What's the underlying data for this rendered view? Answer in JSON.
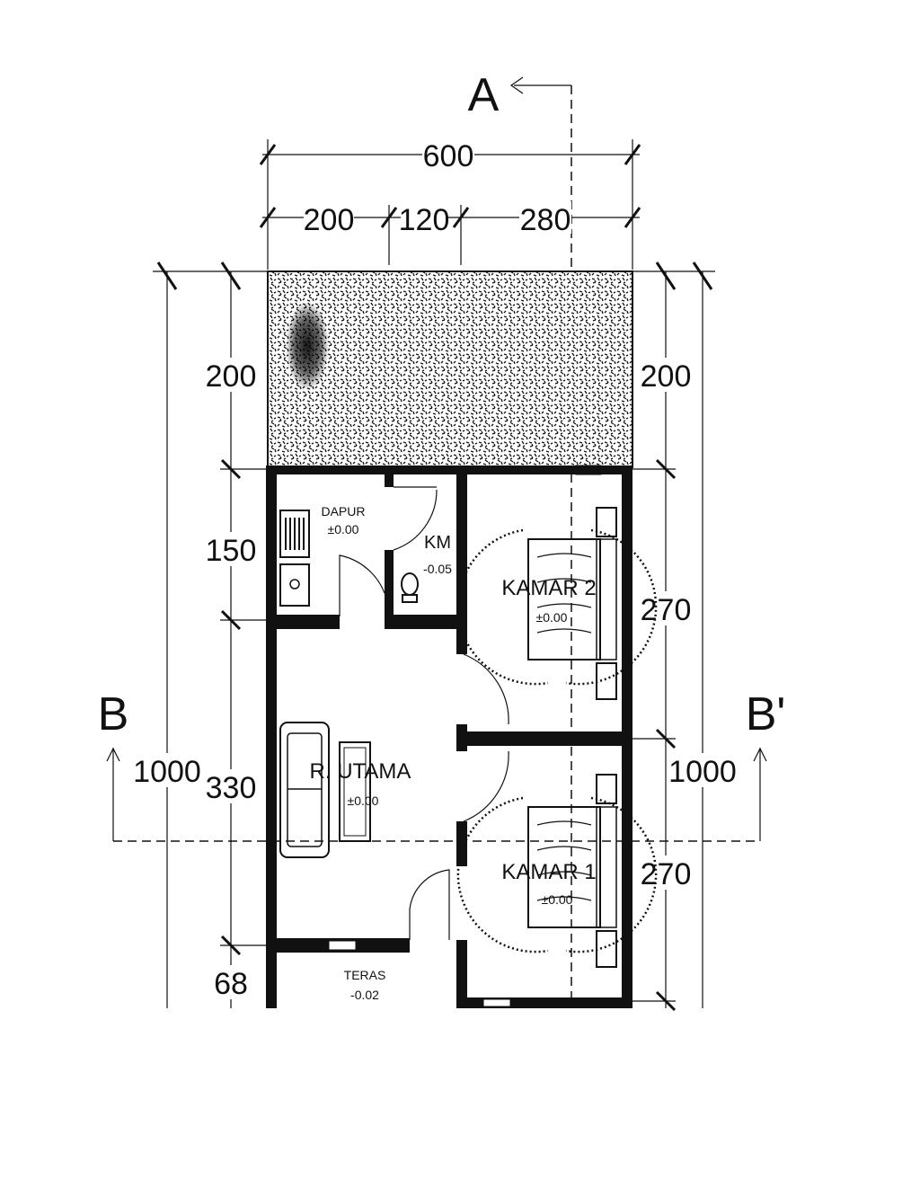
{
  "section_labels": {
    "a": "A",
    "b": "B",
    "b_prime": "B'"
  },
  "dimensions": {
    "top_total": "600",
    "top_left": "200",
    "top_mid": "120",
    "top_right": "280",
    "left_top": "200",
    "left_dapur": "150",
    "left_utama": "330",
    "left_teras": "68",
    "left_total": "1000",
    "right_top": "200",
    "right_kamar2": "270",
    "right_kamar1": "270",
    "right_total": "1000"
  },
  "rooms": {
    "dapur": {
      "name": "DAPUR",
      "level": "±0.00"
    },
    "km": {
      "name": "KM",
      "level": "-0.05"
    },
    "kamar2": {
      "name": "KAMAR 2",
      "level": "±0.00"
    },
    "utama": {
      "name": "R. UTAMA",
      "level": "±0.00"
    },
    "kamar1": {
      "name": "KAMAR 1",
      "level": "±0.00"
    },
    "teras": {
      "name": "TERAS",
      "level": "-0.02"
    }
  },
  "colors": {
    "ink": "#111111",
    "background": "#ffffff"
  }
}
